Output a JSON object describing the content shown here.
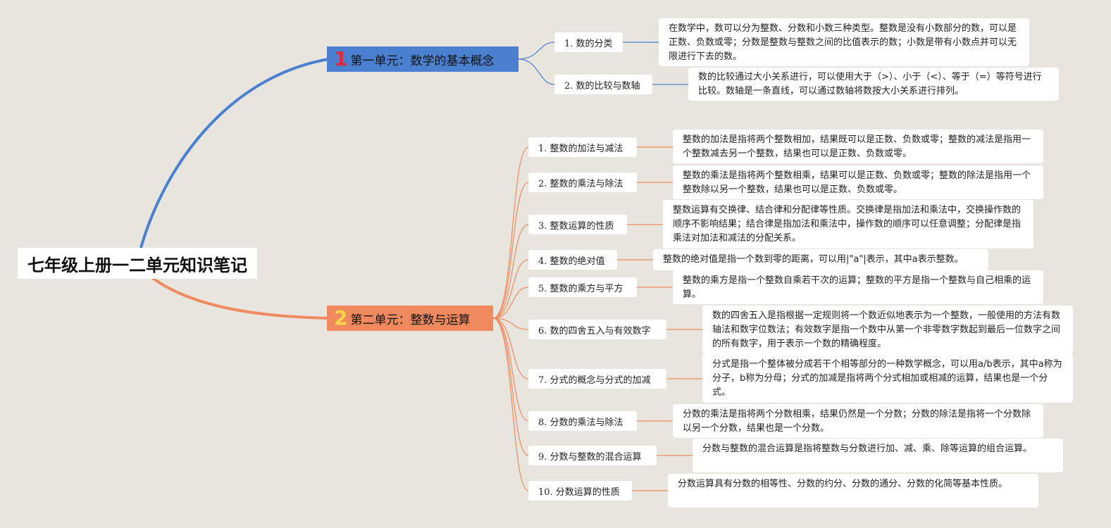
{
  "root": {
    "title": "七年级上册一二单元知识笔记"
  },
  "units": [
    {
      "marker": "1",
      "title": "第一单元：数学的基本概念",
      "color": "#4a80cf",
      "topics": [
        {
          "label": "1. 数的分类",
          "detail": "在数学中，数可以分为整数、分数和小数三种类型。整数是没有小数部分的数，可以是正数、负数或零；分数是整数与整数之间的比值表示的数；小数是带有小数点并可以无限进行下去的数。"
        },
        {
          "label": "2. 数的比较与数轴",
          "detail": "数的比较通过大小关系进行，可以使用大于（>）、小于（<）、等于（=）等符号进行比较。数轴是一条直线，可以通过数轴将数按大小关系进行排列。"
        }
      ]
    },
    {
      "marker": "2",
      "title": "第二单元：整数与运算",
      "color": "#f08a5e",
      "topics": [
        {
          "label": "1. 整数的加法与减法",
          "detail": "整数的加法是指将两个整数相加，结果既可以是正数、负数或零；整数的减法是指用一个整数减去另一个整数，结果也可以是正数、负数或零。"
        },
        {
          "label": "2. 整数的乘法与除法",
          "detail": "整数的乘法是指将两个整数相乘，结果可以是正数、负数或零；整数的除法是指用一个整数除以另一个整数，结果也可以是正数、负数或零。"
        },
        {
          "label": "3. 整数运算的性质",
          "detail": "整数运算有交换律、结合律和分配律等性质。交换律是指加法和乘法中，交换操作数的顺序不影响结果；结合律是指加法和乘法中，操作数的顺序可以任意调整；分配律是指乘法对加法和减法的分配关系。"
        },
        {
          "label": "4. 整数的绝对值",
          "detail": "整数的绝对值是指一个数到零的距离，可以用|\"a\"|表示，其中a表示整数。"
        },
        {
          "label": "5. 整数的乘方与平方",
          "detail": "整数的乘方是指一个整数自乘若干次的运算；整数的平方是指一个整数与自己相乘的运算。"
        },
        {
          "label": "6. 数的四舍五入与有效数字",
          "detail": "数的四舍五入是指根据一定规则将一个数近似地表示为一个整数，一般使用的方法有数轴法和数字位数法；有效数字是指一个数中从第一个非零数字数起到最后一位数字之间的所有数字，用于表示一个数的精确程度。"
        },
        {
          "label": "7. 分式的概念与分式的加减",
          "detail": "分式是指一个整体被分成若干个相等部分的一种数学概念，可以用a/b表示，其中a称为分子，b称为分母；分式的加减是指将两个分式相加或相减的运算，结果也是一个分式。"
        },
        {
          "label": "8. 分数的乘法与除法",
          "detail": "分数的乘法是指将两个分数相乘，结果仍然是一个分数；分数的除法是指将一个分数除以另一个分数，结果也是一个分数。"
        },
        {
          "label": "9. 分数与整数的混合运算",
          "detail": "分数与整数的混合运算是指将整数与分数进行加、减、乘、除等运算的组合运算。"
        },
        {
          "label": "10. 分数运算的性质",
          "detail": "分数运算具有分数的相等性、分数的约分、分数的通分、分数的化简等基本性质。"
        }
      ]
    }
  ]
}
